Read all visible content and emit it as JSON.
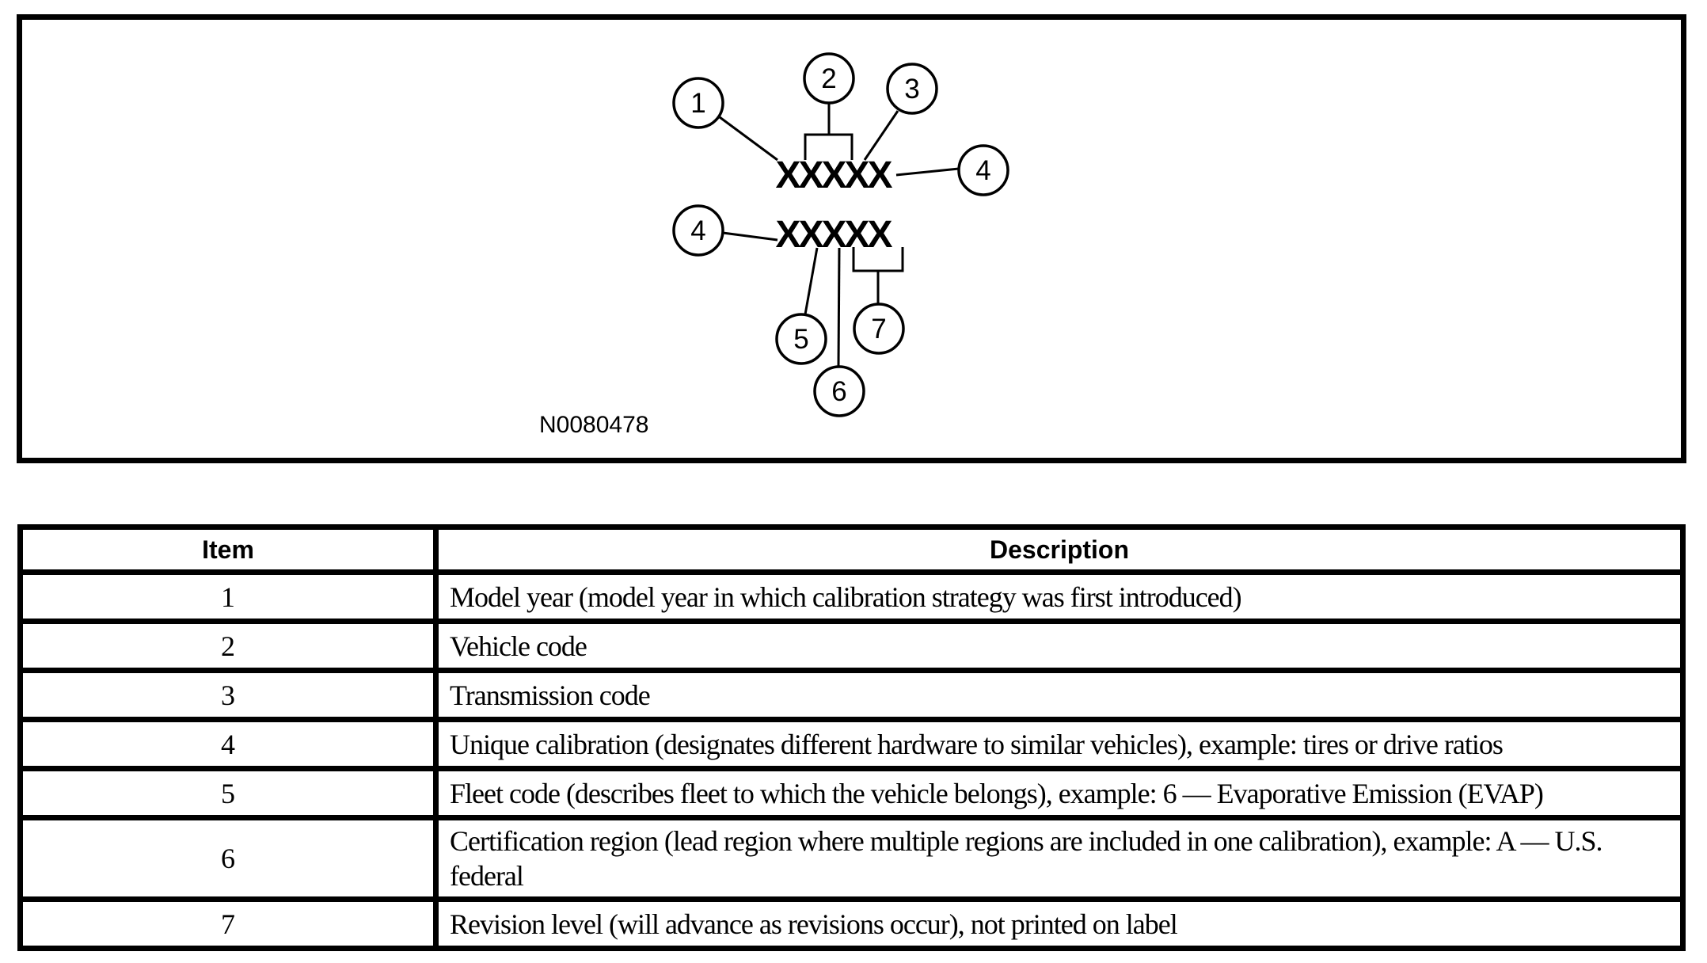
{
  "figure": {
    "label": "N0080478",
    "code_top": "XXXXX",
    "code_bottom": "XXXXX",
    "callouts": [
      {
        "label": "1"
      },
      {
        "label": "2"
      },
      {
        "label": "3"
      },
      {
        "label": "4"
      },
      {
        "label": "4"
      },
      {
        "label": "5"
      },
      {
        "label": "6"
      },
      {
        "label": "7"
      }
    ]
  },
  "table": {
    "headers": {
      "item": "Item",
      "description": "Description"
    },
    "rows": [
      {
        "item": "1",
        "description": "Model year (model year in which calibration strategy was first introduced)"
      },
      {
        "item": "2",
        "description": "Vehicle code"
      },
      {
        "item": "3",
        "description": "Transmission code"
      },
      {
        "item": "4",
        "description": "Unique calibration (designates different hardware to similar vehicles), example: tires or drive ratios"
      },
      {
        "item": "5",
        "description": "Fleet code (describes fleet to which the vehicle belongs), example: 6 — Evaporative Emission (EVAP)"
      },
      {
        "item": "6",
        "description": "Certification region (lead region where multiple regions are included in one calibration), example: A — U.S. federal"
      },
      {
        "item": "7",
        "description": "Revision level (will advance as revisions occur), not printed on label"
      }
    ]
  }
}
